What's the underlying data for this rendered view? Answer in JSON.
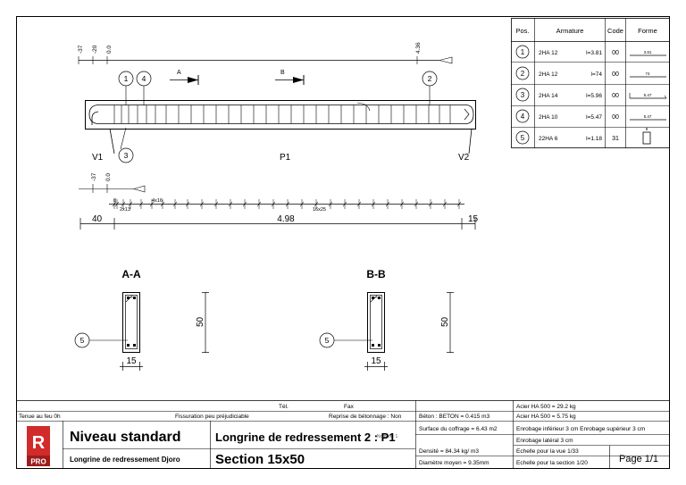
{
  "rebar_table": {
    "headers": {
      "pos": "Pos.",
      "armature": "Armature",
      "code": "Code",
      "forme": "Forme"
    },
    "rows": [
      {
        "pos": "1",
        "bars": "2HA 12",
        "length": "l=3.81",
        "code": "00",
        "shape_label": "3.81"
      },
      {
        "pos": "2",
        "bars": "2HA 12",
        "length": "l=74",
        "code": "00",
        "shape_label": "74"
      },
      {
        "pos": "3",
        "bars": "2HA 14",
        "length": "l=5.96",
        "code": "00",
        "shape_label": "5.47"
      },
      {
        "pos": "4",
        "bars": "2HA 10",
        "length": "l=5.47",
        "code": "00",
        "shape_label": "5.47"
      },
      {
        "pos": "5",
        "bars": "22HA 6",
        "length": "l=1.18",
        "code": "31",
        "shape_label": "9"
      }
    ]
  },
  "elevation": {
    "top_dims": [
      "-37",
      "-20",
      "0.0"
    ],
    "right_dim": "4.36",
    "section_a": "A",
    "section_b": "B",
    "markers_top": [
      "1",
      "4",
      "2"
    ],
    "marker_bottom": "3",
    "support_left": "V1",
    "support_right": "V2",
    "beam_label": "P1"
  },
  "dimensions": {
    "small_dims": [
      "-37",
      "0.0"
    ],
    "stirrup_labels": [
      "8",
      "2x13",
      "4x16",
      "16x25"
    ],
    "left": "40",
    "span": "4.98",
    "right": "15"
  },
  "sections": [
    {
      "title": "A-A",
      "height": "50",
      "width": "15",
      "marker": "5"
    },
    {
      "title": "B-B",
      "height": "50",
      "width": "15",
      "marker": "5"
    }
  ],
  "title_block": {
    "tel": "Tél.",
    "fax": "Fax",
    "fire": "Tenue au feu 0h",
    "cracking": "Fissuration peu préjudiciable",
    "reprise": "Reprise de bétonnage : Non",
    "beton": "Béton : BETON = 0.415 m3",
    "acier1": "Acier HA 500 = 29.2 kg",
    "acier2": "Acier HA 500 = 5.75 kg",
    "coffrage": "Surface du coffrage = 6.43 m2",
    "enrobage1": "Enrobage inférieur 3 cm  Enrobage supérieur 3 cm",
    "enrobage2": "Enrobage latéral 3 cm",
    "densite": "Densité = 84.34 kg/ m3",
    "diametre": "Diamètre moyen = 9.35mm",
    "echelle_vue": "Echelle pour la vue 1/33",
    "echelle_section": "Echelle pour la section 1/20",
    "page": "Page 1/1",
    "level": "Niveau standard",
    "project": "Longrine de redressement Djoro",
    "element": "Longrine de redressement 2 : P1",
    "element_overlap": "Nombre: 1",
    "section": "Section 15x50",
    "logo_letter": "R",
    "logo_badge": "PRO"
  }
}
